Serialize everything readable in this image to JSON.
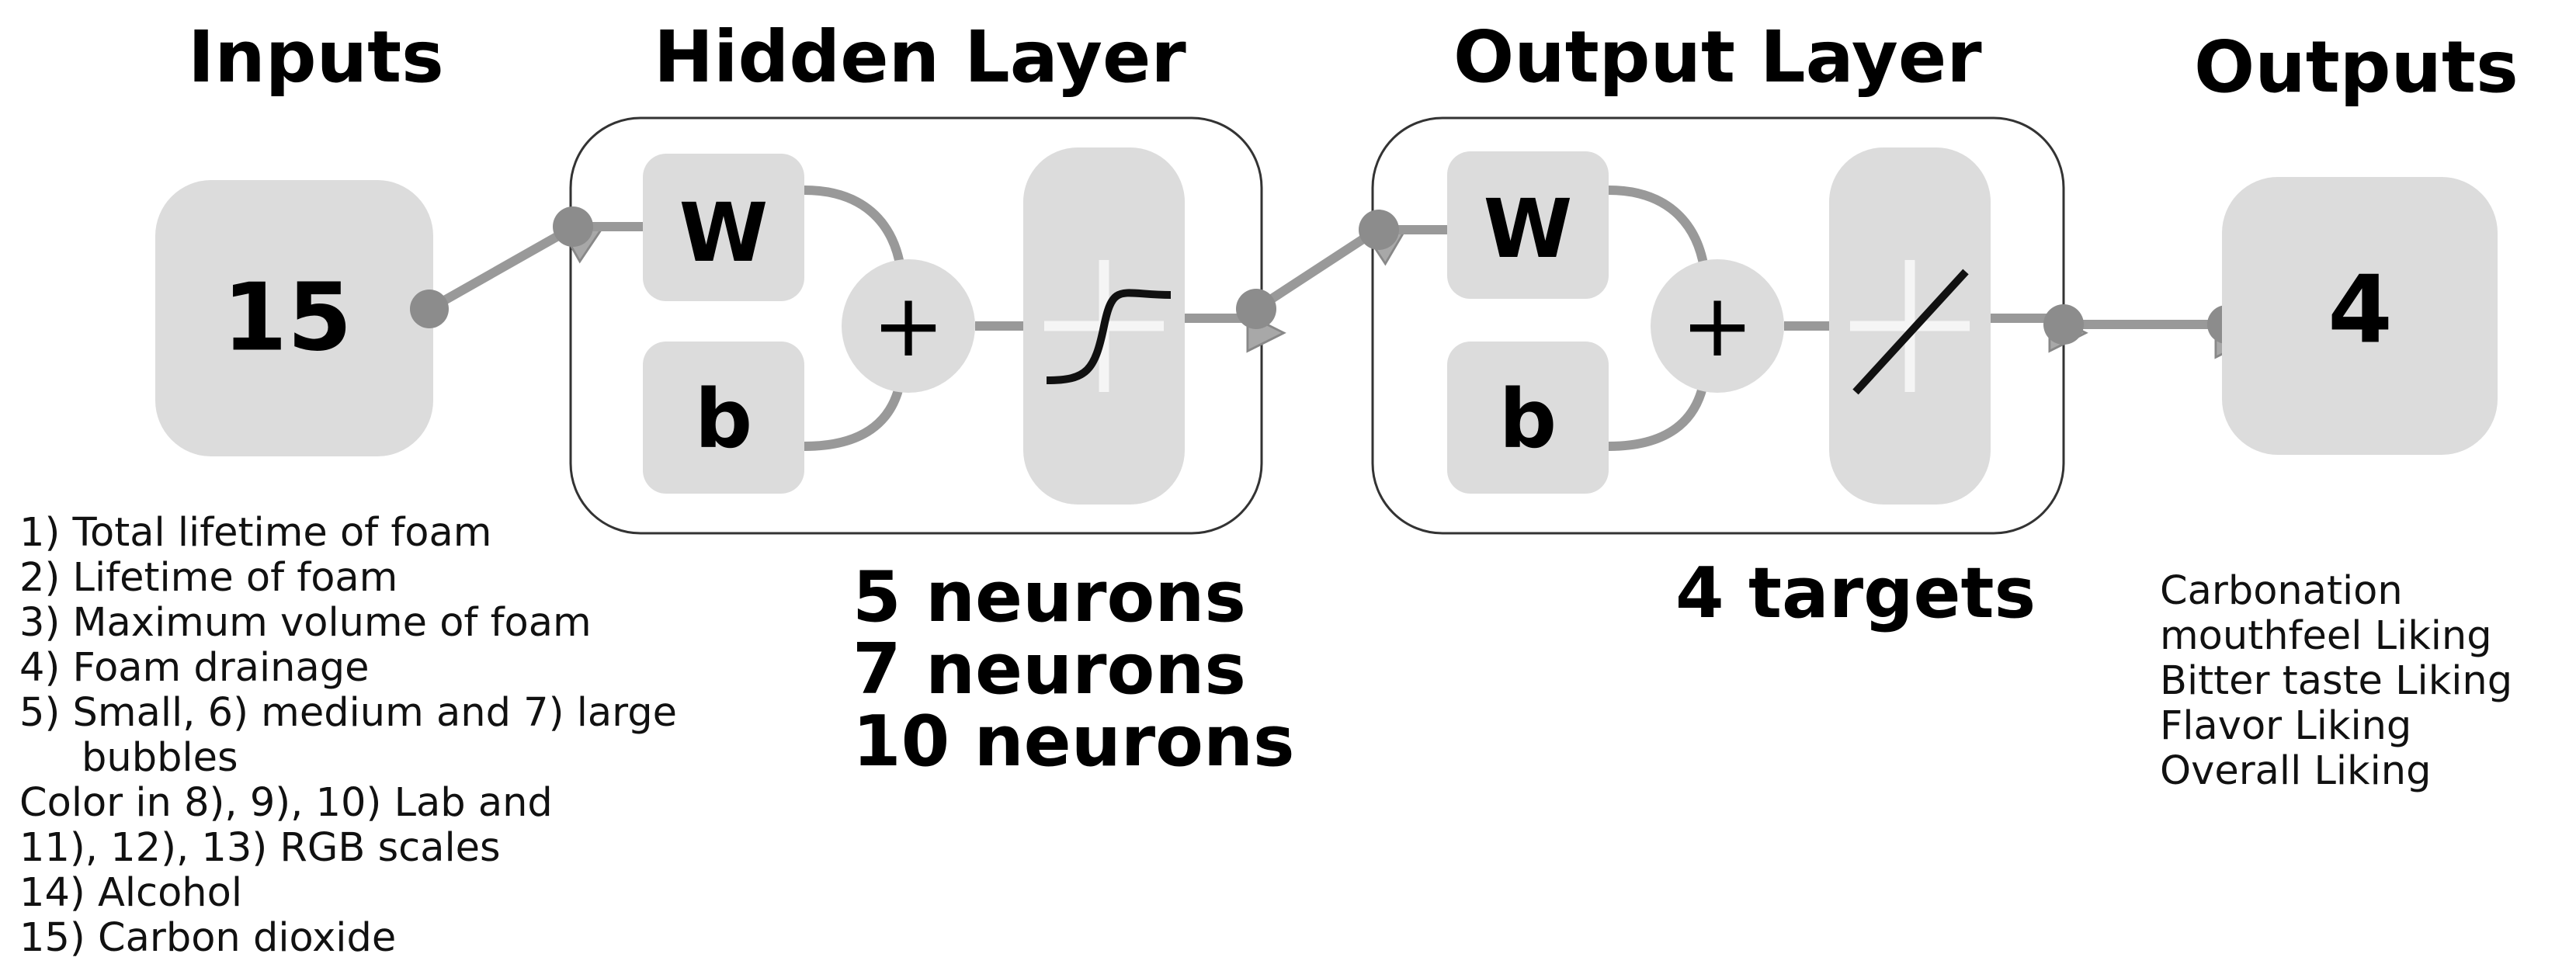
{
  "titles": {
    "inputs": "Inputs",
    "hidden_layer": "Hidden Layer",
    "output_layer": "Output Layer",
    "outputs": "Outputs"
  },
  "input_count": "15",
  "output_count": "4",
  "hidden_layer": {
    "weight_label": "W",
    "bias_label": "b",
    "sum_symbol": "+"
  },
  "output_layer": {
    "weight_label": "W",
    "bias_label": "b",
    "sum_symbol": "+"
  },
  "hidden_neurons": [
    "5 neurons",
    "7 neurons",
    "10 neurons"
  ],
  "targets_label": "4 targets",
  "input_list": [
    "1) Total lifetime of foam",
    "2) Lifetime of foam",
    "3) Maximum volume of foam",
    "4) Foam drainage",
    "5) Small, 6) medium and 7) large",
    "bubbles",
    "Color in 8), 9), 10) Lab and",
    "11), 12), 13) RGB scales",
    "14)  Alcohol",
    "15) Carbon dioxide"
  ],
  "output_list": [
    "Carbonation",
    "mouthfeel Liking",
    "Bitter taste Liking",
    "Flavor Liking",
    "Overall Liking"
  ],
  "colors": {
    "box_fill": "#dcdcdc",
    "connector": "#999999",
    "node": "#8c8c8c",
    "outline": "#333333"
  }
}
